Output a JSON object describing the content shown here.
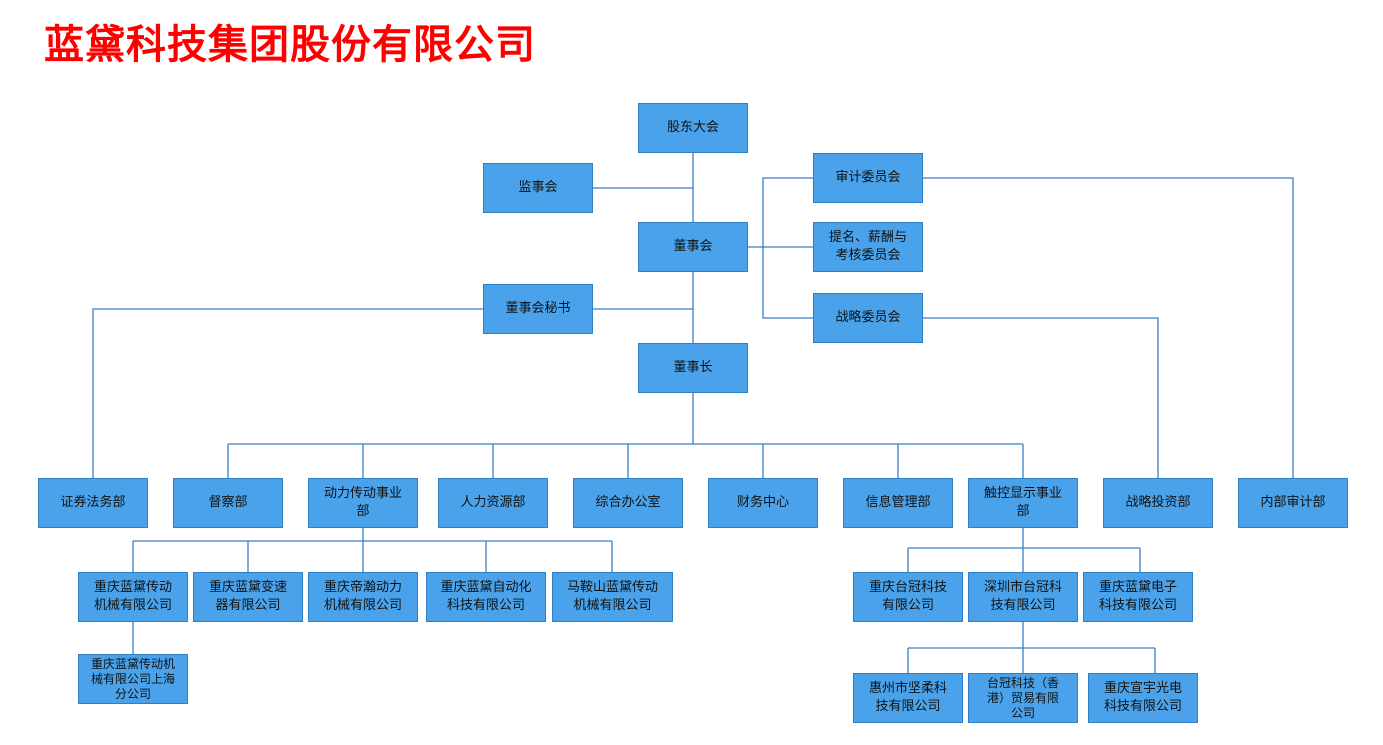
{
  "title": "蓝黛科技集团股份有限公司",
  "colors": {
    "title": "#ff0000",
    "box": "#4aa3ea",
    "line": "#3a7fc7"
  },
  "nodes": {
    "shareholders_meeting": "股东大会",
    "supervisory_board": "监事会",
    "board_of_directors": "董事会",
    "audit_committee": "审计委员会",
    "nomination_committee": "提名、薪酬与\n考核委员会",
    "board_secretary": "董事会秘书",
    "strategy_committee": "战略委员会",
    "chairman": "董事长",
    "dept_securities_legal": "证券法务部",
    "dept_supervision": "督察部",
    "dept_power_transmission": "动力传动事业\n部",
    "dept_hr": "人力资源部",
    "dept_general_office": "综合办公室",
    "dept_finance": "财务中心",
    "dept_info_mgmt": "信息管理部",
    "dept_touch_display": "触控显示事业\n部",
    "dept_strategic_investment": "战略投资部",
    "dept_internal_audit": "内部审计部",
    "sub_cq_transmission": "重庆蓝黛传动\n机械有限公司",
    "sub_cq_gearbox": "重庆蓝黛变速\n器有限公司",
    "sub_cq_dihan": "重庆帝瀚动力\n机械有限公司",
    "sub_cq_automation": "重庆蓝黛自动化\n科技有限公司",
    "sub_mas_transmission": "马鞍山蓝黛传动\n机械有限公司",
    "sub_shanghai_branch": "重庆蓝黛传动机\n械有限公司上海\n分公司",
    "sub_cq_taiguan": "重庆台冠科技\n有限公司",
    "sub_sz_taiguan": "深圳市台冠科\n技有限公司",
    "sub_cq_electronics": "重庆蓝黛电子\n科技有限公司",
    "sub_hz_jianrou": "惠州市坚柔科\n技有限公司",
    "sub_taiguan_hk": "台冠科技（香\n港）贸易有限\n公司",
    "sub_cq_xuanyu": "重庆宣宇光电\n科技有限公司"
  }
}
